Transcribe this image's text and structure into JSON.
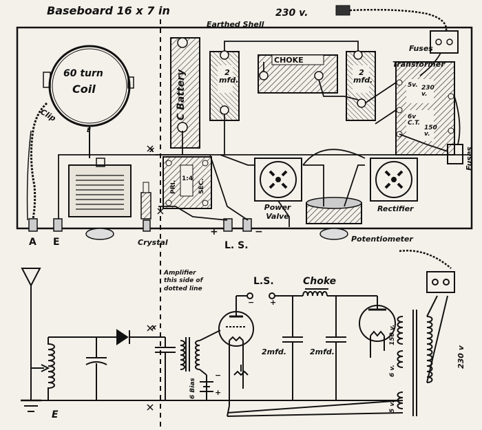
{
  "title": "Baseboard 16 x 7 in",
  "mains": "230 v.",
  "labels": {
    "earthed_shell": "Earthed Shell",
    "fuses_top": "Fuses",
    "transformer": "Transformer",
    "choke": "CHOKE",
    "mfd_left": "2 mfd.",
    "mfd_right": "2 mfd.",
    "coil_turns": "60 turn",
    "coil": "Coil",
    "clip": "Clip",
    "coil_e": "E",
    "c_battery": "C Battery",
    "tr_5v": "5v.",
    "tr_230": "230 v.",
    "tr_6v_ct": "6v C.T.",
    "tr_150": "150 v.",
    "fuses_right": "Fuses",
    "pri": "PRI.",
    "sec": "SEC.",
    "ratio": "1:4",
    "power_valve": "Power Valve",
    "rectifier": "Rectifier",
    "potentiometer": "Potentiometer",
    "term_a": "A",
    "term_e": "E",
    "crystal": "Crystal",
    "ls": "L. S.",
    "ls_plus": "+",
    "ls_minus": "−",
    "x_mark": "x"
  },
  "schematic": {
    "amplifier_note_1": "Amplifier",
    "amplifier_note_2": "this side of",
    "amplifier_note_3": "dotted line",
    "ls": "L.S.",
    "ls_minus": "−",
    "ls_plus": "+",
    "choke": "Choke",
    "mfd_1": "2mfd.",
    "mfd_2": "2mfd.",
    "bias": "6 Bias",
    "bias_minus": "−",
    "bias_plus": "+",
    "earth": "E",
    "tr_150": "150 v.",
    "tr_6v": "6 v.",
    "tr_5v": "5 v.",
    "tr_230": "230 v",
    "x_mark": "x"
  }
}
